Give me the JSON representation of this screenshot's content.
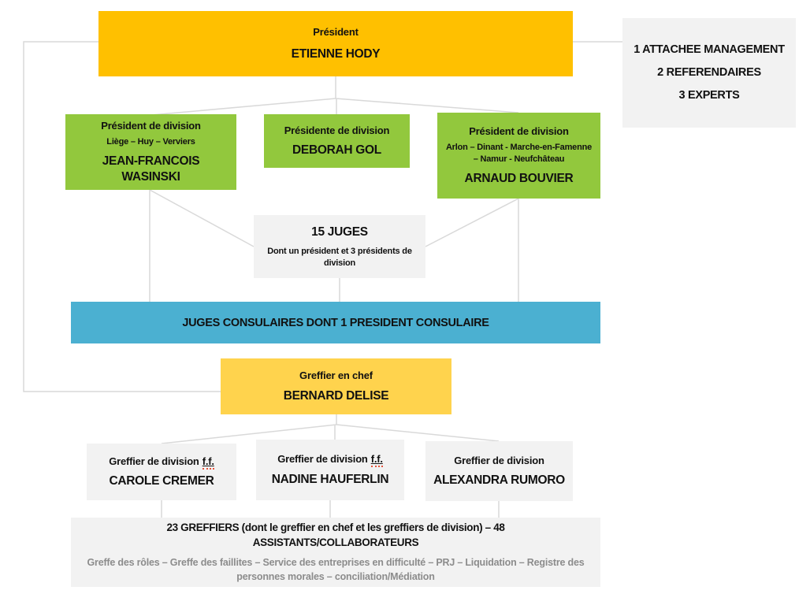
{
  "colors": {
    "orange": "#FFC000",
    "yellow": "#FFD34D",
    "green": "#92C83D",
    "blue": "#4BB0D1",
    "boxgray": "#F2F2F2",
    "line": "#D9D9D9",
    "text": "#111111",
    "muted": "#8C8C8C",
    "squiggle": "#E5533C"
  },
  "org": {
    "president": {
      "title": "Président",
      "name": "ETIENNE HODY"
    },
    "staff": {
      "line1": "1 ATTACHEE MANAGEMENT",
      "line2": "2 REFERENDAIRES",
      "line3": "3 EXPERTS"
    },
    "divisions": [
      {
        "title": "Président de division",
        "subtitle": "Liège – Huy – Verviers",
        "name": "JEAN-FRANCOIS WASINSKI"
      },
      {
        "title": "Présidente de division",
        "name": "DEBORAH GOL"
      },
      {
        "title": "Président de division",
        "subtitle": "Arlon – Dinant - Marche-en-Famenne – Namur - Neufchâteau",
        "name": "ARNAUD BOUVIER"
      }
    ],
    "judges": {
      "title": "15 JUGES",
      "subtitle": "Dont un président et 3 présidents de division"
    },
    "consular": {
      "label": "JUGES CONSULAIRES DONT 1 PRESIDENT CONSULAIRE"
    },
    "chief_clerk": {
      "title": "Greffier en chef",
      "name": "BERNARD DELISE"
    },
    "clerks": [
      {
        "title": "Greffier de division",
        "suffix": "f.f.",
        "name": "CAROLE CREMER"
      },
      {
        "title": "Greffier de division",
        "suffix": "f.f.",
        "name": "NADINE HAUFERLIN"
      },
      {
        "title": "Greffier de division",
        "suffix": "",
        "name": "ALEXANDRA RUMORO"
      }
    ],
    "registry": {
      "line1": "23 GREFFIERS (dont le greffier en chef et les greffiers de division) – 48 ASSISTANTS/COLLABORATEURS",
      "line2": "Greffe des rôles – Greffe des faillites – Service des entreprises en difficulté – PRJ – Liquidation – Registre des personnes morales – conciliation/Médiation"
    }
  }
}
